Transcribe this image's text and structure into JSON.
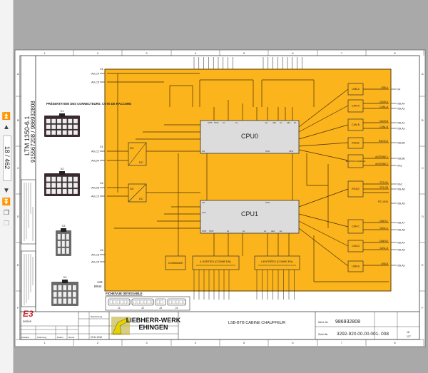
{
  "viewer": {
    "page_indicator": "18 / 462",
    "nav_first_icon": "double-up-arrow",
    "nav_prev_icon": "up-arrow",
    "nav_next_icon": "down-arrow",
    "nav_last_icon": "double-down-arrow"
  },
  "drawing": {
    "columns": [
      "1",
      "2",
      "3",
      "4",
      "5",
      "6",
      "7",
      "8"
    ],
    "rows": [
      "A",
      "B",
      "C",
      "D",
      "E",
      "F"
    ],
    "model": "LTM 1350-6.1",
    "numbers": "915567208  /  986932808",
    "connector_heading": "PRÉSENTATION DES CONNECTEURS: COTE DE RACCORD",
    "connectors": [
      "X1",
      "X2",
      "X3",
      "X4"
    ],
    "left_pins": [
      "A0,C4",
      "A0,C5",
      "A0,C2",
      "A0,D4",
      "A0,D6",
      "A0,C3",
      "A0,C6",
      "A0,C5"
    ],
    "left_pin_groups": [
      "X1",
      "X1",
      "X2",
      "X2"
    ],
    "module_ref": "A21",
    "module_ref2": "B944",
    "cpu0": "CPU0",
    "cpu1": "CPU1",
    "blocks": {
      "usb_a": "USB-A",
      "can_a": "CAN-A",
      "can_b": "CAN-B",
      "rs232": "RS232",
      "bluetooth": "BLUETOOTH MODULE",
      "rs422": "RS422",
      "can_c": "CAN-C",
      "can_d": "CAN-D",
      "usb_b": "USB-B",
      "dc": "DC",
      "outputs": "4 SORTIES (CONNE.EN)",
      "inputs": "4 ENTRÉES (CONNE.EN)",
      "control": "COMMANDE"
    },
    "right_signals": [
      "USB-A",
      "CANH-A",
      "CANL-A",
      "CANH-B",
      "CANL-B",
      "RS232-D",
      "ANTENNE 1",
      "ANTENNE 2",
      "RT1-DA",
      "RT1-DB",
      "RT1-GND",
      "CANH-C",
      "CANL-C",
      "CANH-D",
      "CANL-D",
      "USB-B"
    ],
    "right_pins": [
      "X4",
      "X6LA4",
      "X5LA2",
      "X5LA1",
      "X5LA3",
      "X6LB5",
      "X6LB6",
      "XA1",
      "XA2",
      "X6LA6",
      "X6LA5",
      "X6LA7",
      "X6LA8",
      "X6LA4",
      "X6LA6",
      "X6LA3"
    ],
    "cpu_pins": [
      "STAT",
      "STAT",
      "Ax",
      "Ax",
      "Ex",
      "AEx",
      "Ax",
      "AEx",
      "Ex",
      "UH",
      "UH",
      "VCC",
      "SPI1",
      "SPI2"
    ],
    "plug_view": "FICHE/VUE DÉVISSABLE",
    "plug_labels": [
      "J1",
      "J2",
      "J3",
      "J4"
    ],
    "logo_text": "E3",
    "logo_sub": "series"
  },
  "title_block": {
    "company_line1": "LIEBHERR-WERK",
    "company_line2": "EHINGEN",
    "title": "LSB-BTB CABINE CHAUFFEUR",
    "ident_label": "Ident.-Nr.",
    "ident_value": "986932808",
    "drawing_label": "Zeich-Nr.",
    "drawing_value": "3292-920.00.00.001- 008",
    "date": "29.11.2010",
    "drawn_by": "Bearbeitung",
    "sheet": "18",
    "sheets": "127",
    "rev_headers": [
      "Zustand",
      "Änderung",
      "Datum",
      "Name"
    ]
  },
  "colors": {
    "schematic_fill": "#fbb41c",
    "viewer_bg": "#a9a9a9",
    "logo_red": "#d0202a"
  }
}
